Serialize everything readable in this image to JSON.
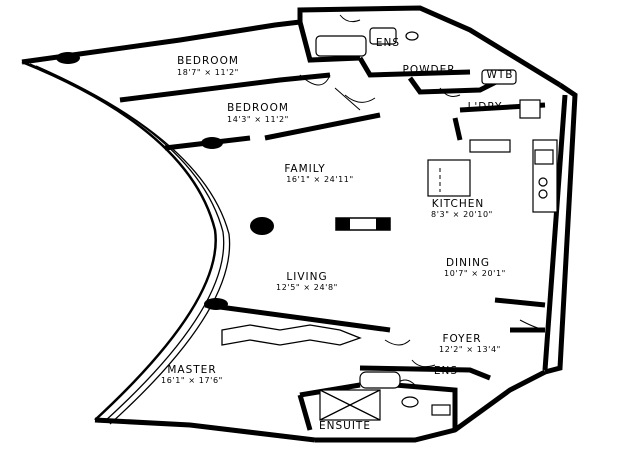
{
  "rooms": {
    "bedroom1": {
      "name": "BEDROOM",
      "dim": "18'7\" × 11'2\""
    },
    "bedroom2": {
      "name": "BEDROOM",
      "dim": "14'3\" × 11'2\""
    },
    "ens_top": {
      "name": "ENS"
    },
    "powder": {
      "name": "POWDER"
    },
    "wtb": {
      "name": "WTB"
    },
    "laundry": {
      "name": "L'DRY"
    },
    "family": {
      "name": "FAMILY",
      "dim": "16'1\" × 24'11\""
    },
    "kitchen": {
      "name": "KITCHEN",
      "dim": "8'3\" × 20'10\""
    },
    "dining": {
      "name": "DINING",
      "dim": "10'7\" × 20'1\""
    },
    "living": {
      "name": "LIVING",
      "dim": "12'5\" × 24'8\""
    },
    "foyer": {
      "name": "FOYER",
      "dim": "12'2\" × 13'4\""
    },
    "master": {
      "name": "MASTER",
      "dim": "16'1\" × 17'6\""
    },
    "ens_bottom": {
      "name": "ENS"
    },
    "ensuite": {
      "name": "ENSUITE"
    }
  }
}
